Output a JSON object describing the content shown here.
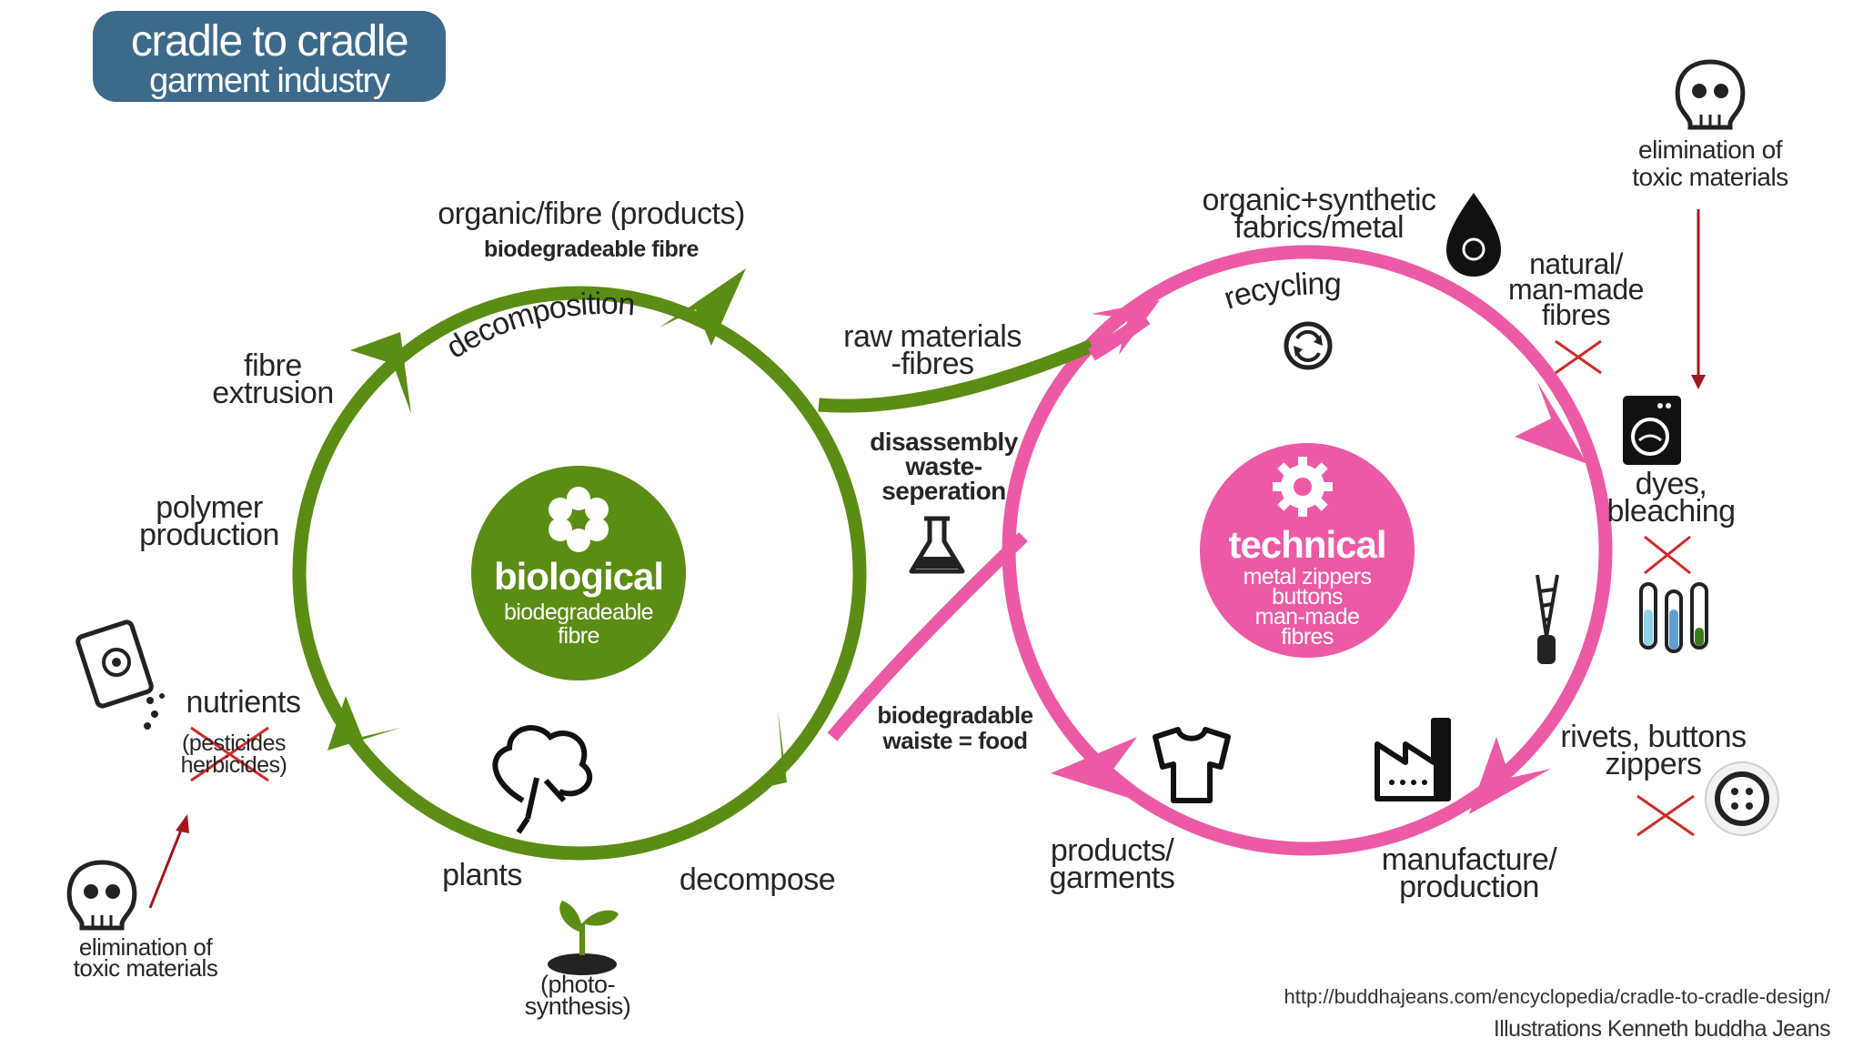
{
  "title": {
    "line1": "cradle to cradle",
    "line2": "garment industry"
  },
  "biological": {
    "hub_title": "biological",
    "hub_sub1": "biodegradeable",
    "hub_sub2": "fibre",
    "cycle_label": "decomposition",
    "top_label": "organic/fibre (products)",
    "top_sublabel": "biodegradeable fibre",
    "fibre_extrusion": [
      "fibre",
      "extrusion"
    ],
    "polymer_production": [
      "polymer",
      "production"
    ],
    "nutrients": "nutrients",
    "nutrients_excluded": [
      "(pesticides",
      "herbicides)"
    ],
    "plants": "plants",
    "decompose": "decompose",
    "photosynthesis": [
      "(photo-",
      "synthesis)"
    ]
  },
  "technical": {
    "hub_title": "technical",
    "hub_items": [
      "metal zippers",
      "buttons",
      "man-made",
      "fibres"
    ],
    "cycle_label": "recycling",
    "top_label": [
      "organic+synthetic",
      "fabrics/metal"
    ],
    "natural_fibres": [
      "natural/",
      "man-made",
      "fibres"
    ],
    "dyes": [
      "dyes,",
      "bleaching"
    ],
    "rivets": [
      "rivets, buttons",
      "zippers"
    ],
    "manufacture": [
      "manufacture/",
      "production"
    ],
    "products": [
      "products/",
      "garments"
    ]
  },
  "bridge": {
    "raw_materials": [
      "raw materials",
      "-fibres"
    ],
    "disassembly": [
      "disassembly",
      "waste-",
      "seperation"
    ],
    "biodegradable_food": [
      "biodegradable",
      "waiste = food"
    ]
  },
  "toxic_note": [
    "elimination of",
    "toxic materials"
  ],
  "icons": [
    "skull-icon",
    "flower-icon",
    "gear-icon",
    "flask-icon",
    "cotton-plant-icon",
    "seedling-icon",
    "oil-drop-icon",
    "recycle-icon",
    "washing-machine-icon",
    "test-tubes-icon",
    "zipper-icon",
    "factory-icon",
    "tshirt-icon",
    "button-icon",
    "seed-packet-icon"
  ],
  "colors": {
    "green": "#5b8c14",
    "pink": "#ec5aa5",
    "title_bg": "#3d6a8a",
    "cross": "#cc2a2a"
  },
  "footer": {
    "url": "http://buddhajeans.com/encyclopedia/cradle-to-cradle-design/",
    "credit": "Illustrations Kenneth buddha Jeans"
  }
}
